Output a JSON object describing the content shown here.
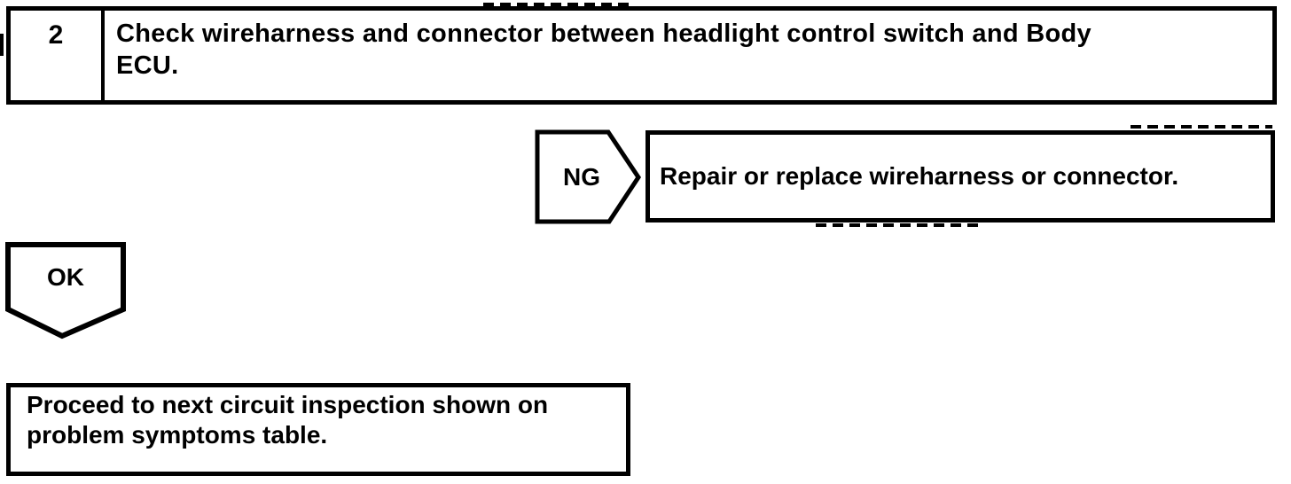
{
  "page": {
    "background": "#ffffff",
    "ink": "#000000"
  },
  "flowchart": {
    "step": {
      "number": "2",
      "instruction_lines": {
        "0": "Check wireharness and connector between headlight control switch and Body",
        "1": "ECU."
      }
    },
    "ng_branch": {
      "connector_label": "NG",
      "action_text": "Repair or replace wireharness or connector."
    },
    "ok_branch": {
      "connector_label": "OK",
      "action_lines": {
        "0": "Proceed to next circuit inspection shown on",
        "1": "problem symptoms table."
      }
    }
  }
}
